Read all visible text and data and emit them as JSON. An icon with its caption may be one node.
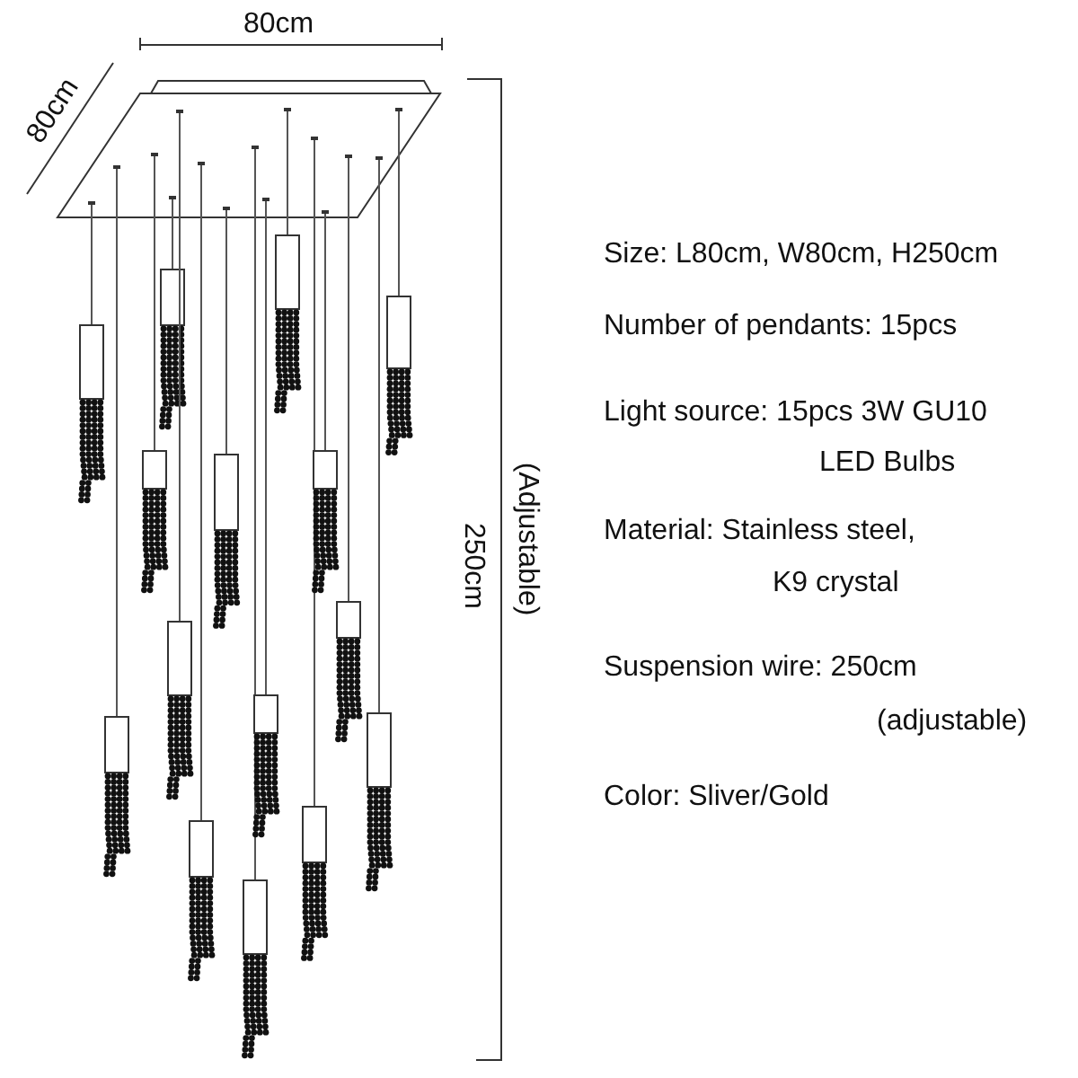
{
  "diagram": {
    "labels": [
      "80cm",
      "80cm",
      "250cm",
      "(Adjustable)",
      "Size: L80cm, W80cm, H250cm",
      "Number of pendants: 15pcs",
      "Light source: 15pcs 3W GU10",
      "LED Bulbs",
      "Material: Stainless steel,",
      "K9 crystal",
      "Suspension wire: 250cm",
      "(adjustable)",
      "Color: Sliver/Gold"
    ]
  }
}
